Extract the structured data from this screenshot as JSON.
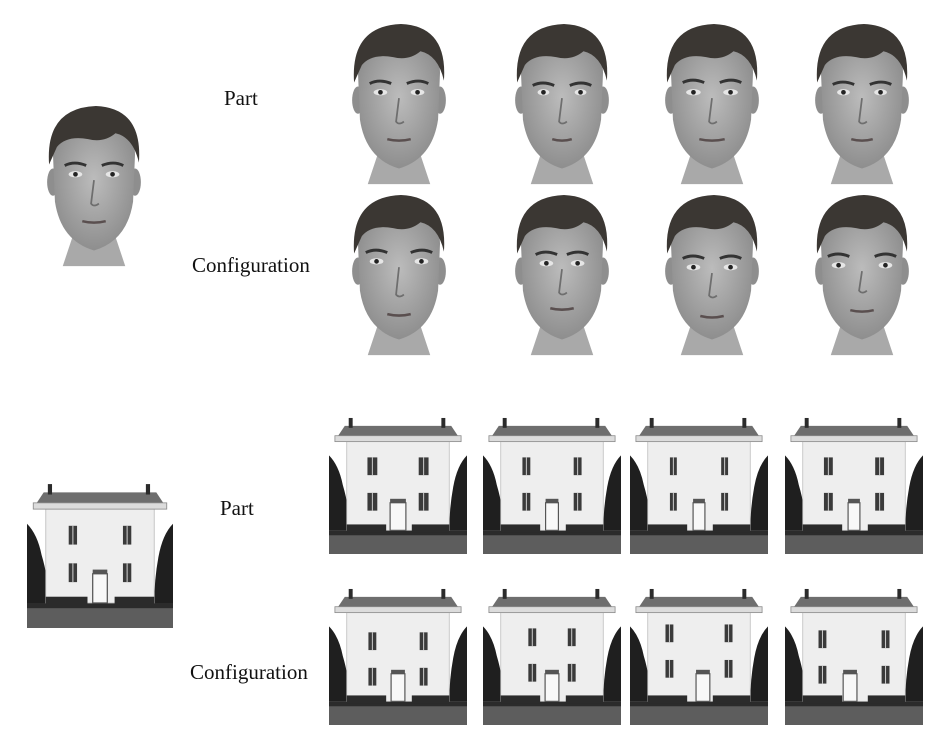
{
  "faces": {
    "row_labels": {
      "part": "Part",
      "configuration": "Configuration"
    },
    "original": {
      "icon": "face-photo"
    },
    "part_variants": [
      {
        "eye_dx": 0,
        "eye_dy": 0,
        "eye_w": 14,
        "nose_dy": 0,
        "mouth_w": 24,
        "mouth_dy": 0,
        "brow": 0
      },
      {
        "eye_dx": 0,
        "eye_dy": 0,
        "eye_w": 12,
        "nose_dy": 0,
        "mouth_w": 20,
        "mouth_dy": 0,
        "brow": 1
      },
      {
        "eye_dx": 0,
        "eye_dy": 0,
        "eye_w": 15,
        "nose_dy": 0,
        "mouth_w": 26,
        "mouth_dy": 0,
        "brow": 2
      },
      {
        "eye_dx": 0,
        "eye_dy": 0,
        "eye_w": 13,
        "nose_dy": 0,
        "mouth_w": 22,
        "mouth_dy": 0,
        "brow": 3
      }
    ],
    "configuration_variants": [
      {
        "eye_dx": 4,
        "eye_dy": -2,
        "eye_w": 14,
        "nose_dy": 2,
        "mouth_w": 24,
        "mouth_dy": 4,
        "brow": 0
      },
      {
        "eye_dx": -3,
        "eye_dy": 0,
        "eye_w": 14,
        "nose_dy": 0,
        "mouth_w": 24,
        "mouth_dy": -2,
        "brow": 0
      },
      {
        "eye_dx": 0,
        "eye_dy": 4,
        "eye_w": 14,
        "nose_dy": 3,
        "mouth_w": 24,
        "mouth_dy": 6,
        "brow": 0
      },
      {
        "eye_dx": 5,
        "eye_dy": 2,
        "eye_w": 14,
        "nose_dy": -2,
        "mouth_w": 24,
        "mouth_dy": 0,
        "brow": 0
      }
    ]
  },
  "houses": {
    "row_labels": {
      "part": "Part",
      "configuration": "Configuration"
    },
    "original": {
      "icon": "house-photo"
    },
    "part_variants": [
      {
        "win_dx": 0,
        "win_dy": 0,
        "win_w": 10,
        "door_w": 16,
        "door_dx": 0
      },
      {
        "win_dx": 0,
        "win_dy": 0,
        "win_w": 8,
        "door_w": 13,
        "door_dx": 0
      },
      {
        "win_dx": 0,
        "win_dy": 0,
        "win_w": 7,
        "door_w": 12,
        "door_dx": 0
      },
      {
        "win_dx": 0,
        "win_dy": 0,
        "win_w": 9,
        "door_w": 12,
        "door_dx": 0
      }
    ],
    "configuration_variants": [
      {
        "win_dx": 0,
        "win_dy": 4,
        "win_w": 8,
        "door_w": 14,
        "door_dx": 0
      },
      {
        "win_dx": -6,
        "win_dy": 0,
        "win_w": 8,
        "door_w": 14,
        "door_dx": 0
      },
      {
        "win_dx": 4,
        "win_dy": -4,
        "win_w": 8,
        "door_w": 14,
        "door_dx": 4
      },
      {
        "win_dx": 6,
        "win_dy": 2,
        "win_w": 8,
        "door_w": 14,
        "door_dx": -4
      }
    ]
  }
}
